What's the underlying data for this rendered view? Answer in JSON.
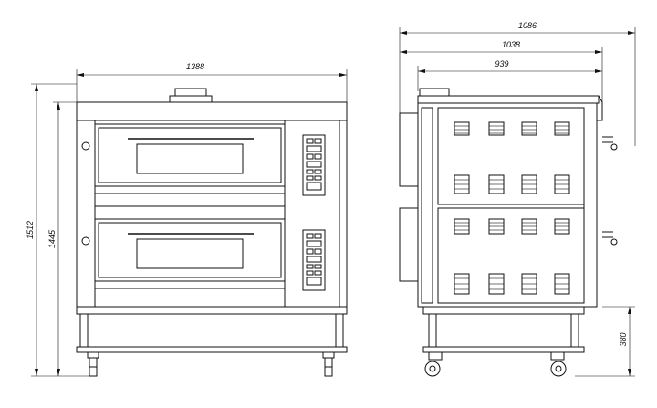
{
  "drawing": {
    "front_view": {
      "width_label": "1388",
      "height_total_label": "1512",
      "height_body_label": "1445"
    },
    "side_view": {
      "depth_total_label": "1086",
      "depth_mid_label": "1038",
      "depth_body_label": "939",
      "leg_height_label": "380"
    }
  }
}
